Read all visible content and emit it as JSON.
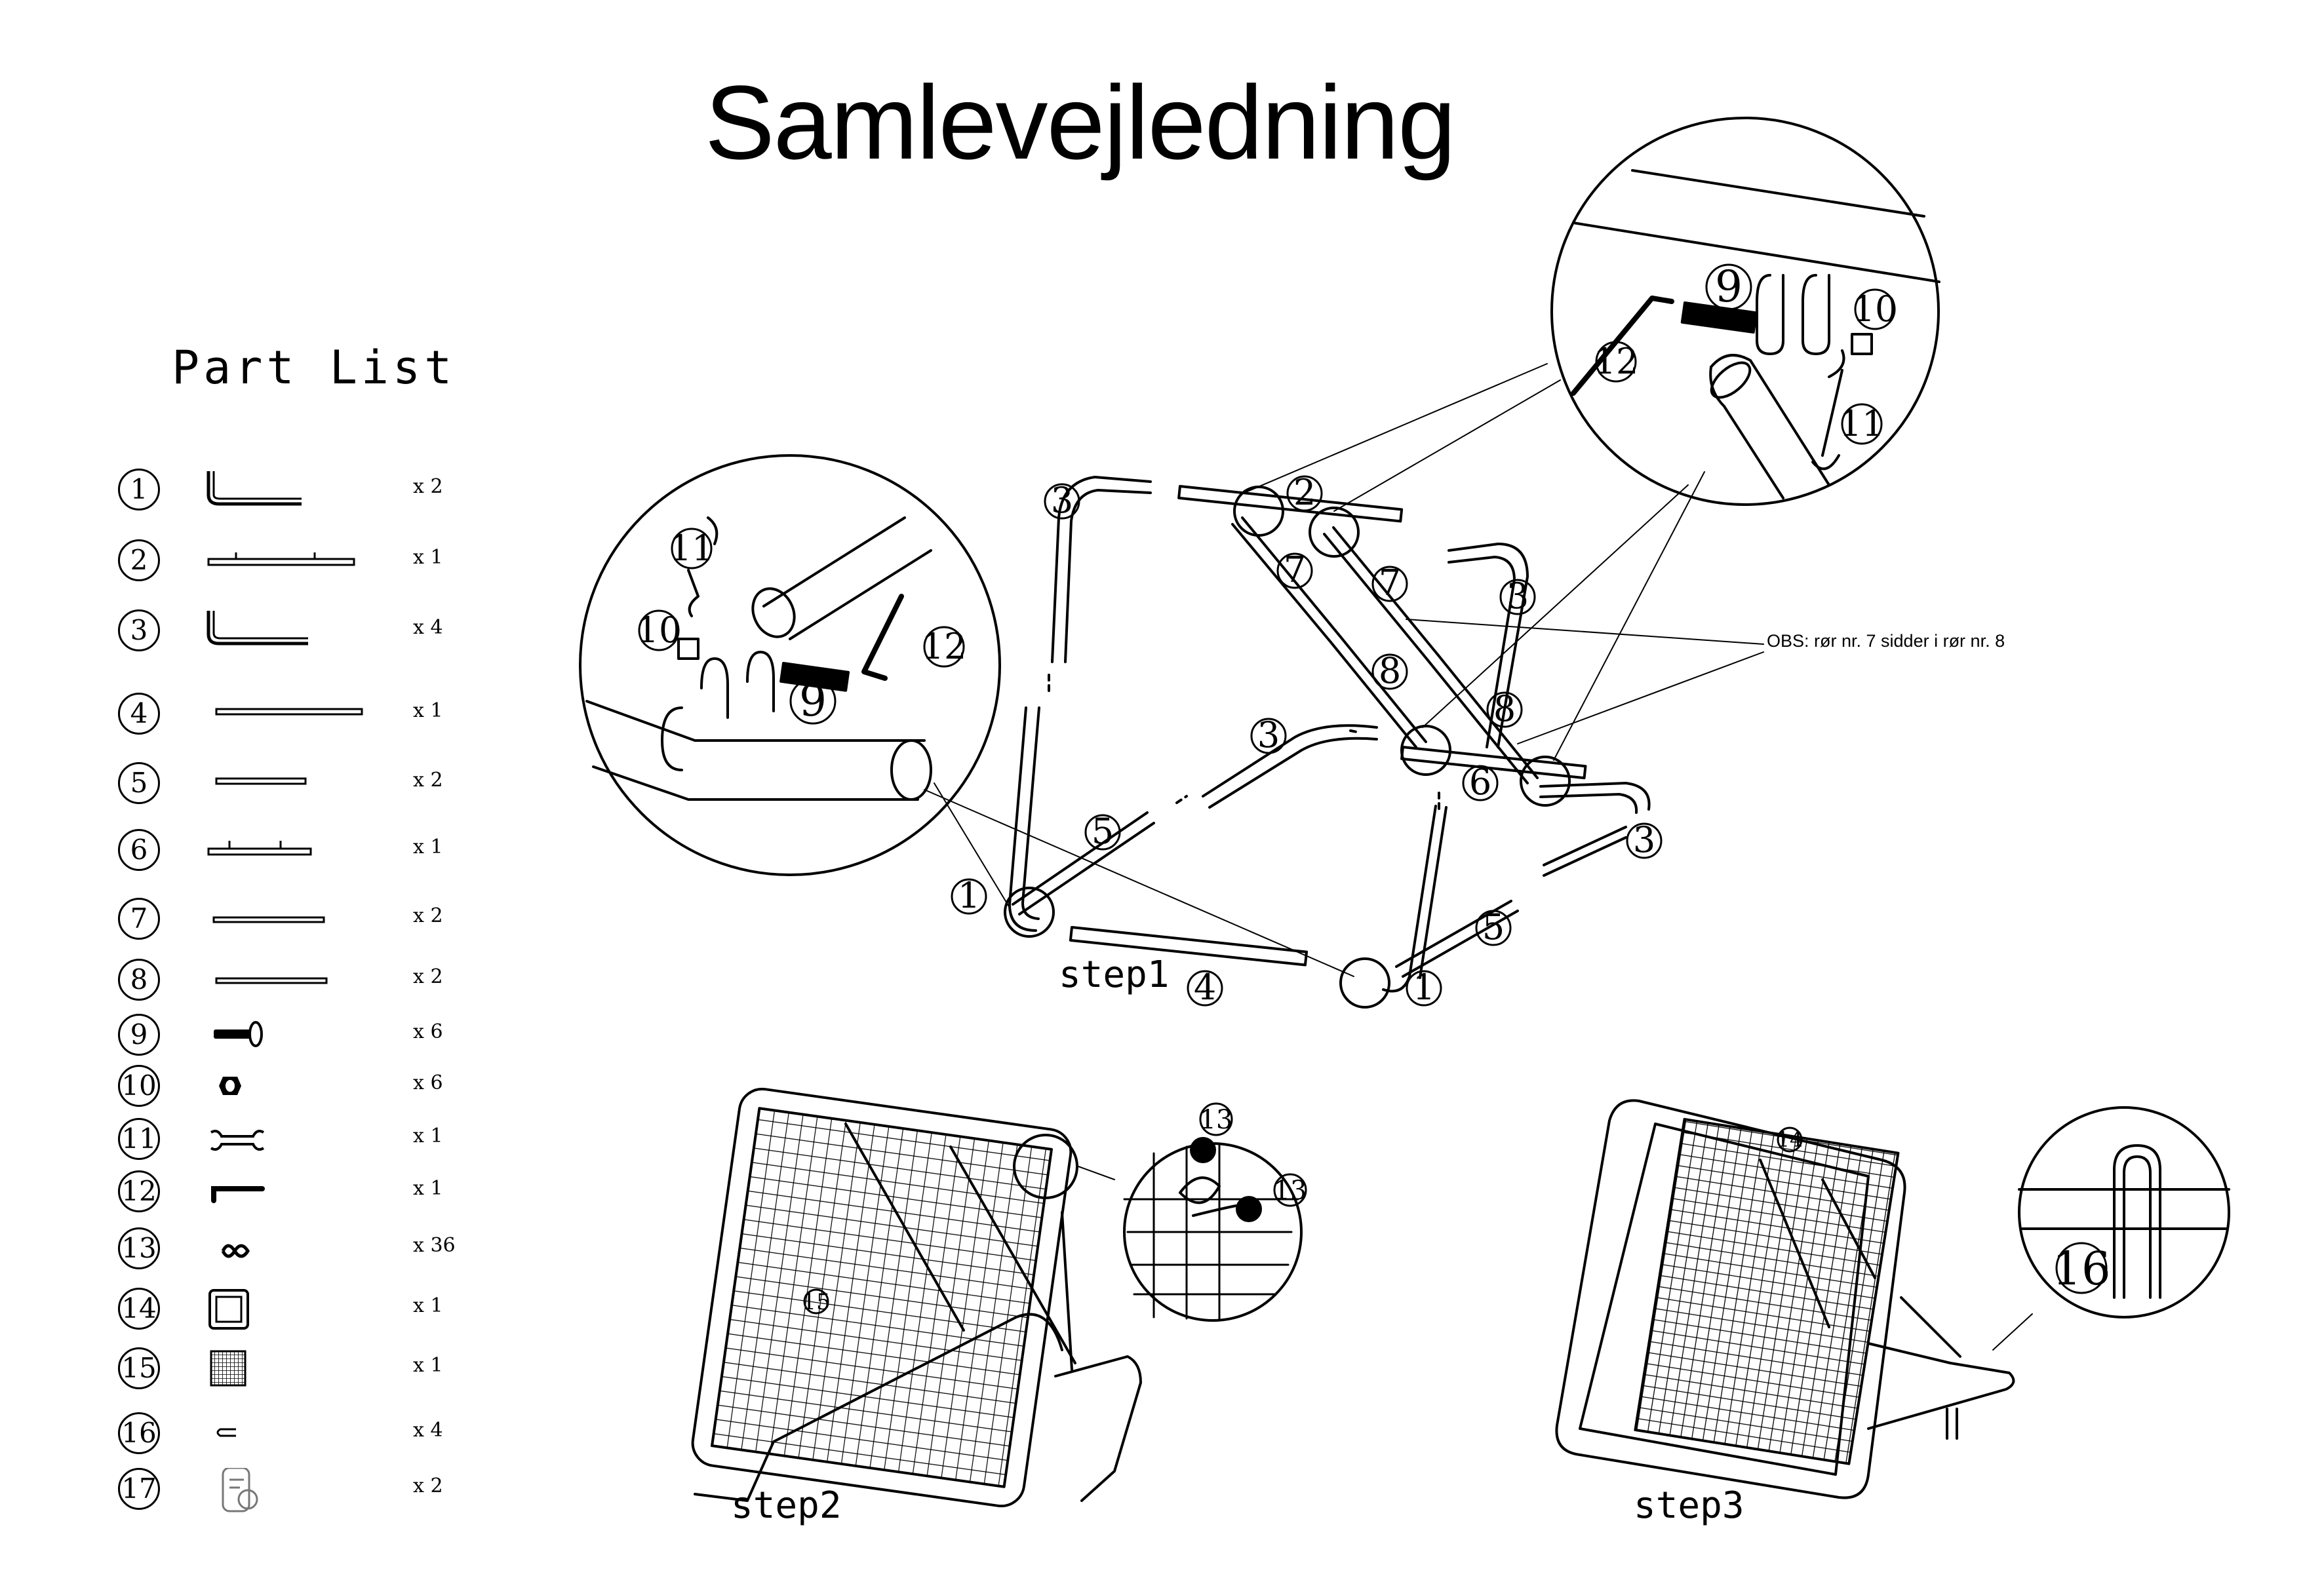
{
  "title": "Samlevejledning",
  "part_list": {
    "title": "Part List",
    "items": [
      {
        "number": "1",
        "qty": "x 2",
        "icon": "l-tube-icon"
      },
      {
        "number": "2",
        "qty": "x 1",
        "icon": "cross-tube-brackets-icon"
      },
      {
        "number": "3",
        "qty": "x 4",
        "icon": "l-tube-icon"
      },
      {
        "number": "4",
        "qty": "x 1",
        "icon": "long-tube-icon"
      },
      {
        "number": "5",
        "qty": "x 2",
        "icon": "short-tube-icon"
      },
      {
        "number": "6",
        "qty": "x 1",
        "icon": "cross-tube-brackets-icon"
      },
      {
        "number": "7",
        "qty": "x 2",
        "icon": "straight-tube-icon"
      },
      {
        "number": "8",
        "qty": "x 2",
        "icon": "straight-tube-icon"
      },
      {
        "number": "9",
        "qty": "x 6",
        "icon": "bolt-icon"
      },
      {
        "number": "10",
        "qty": "x 6",
        "icon": "nut-icon"
      },
      {
        "number": "11",
        "qty": "x 1",
        "icon": "wrench-icon"
      },
      {
        "number": "12",
        "qty": "x 1",
        "icon": "allen-key-icon"
      },
      {
        "number": "13",
        "qty": "x 36",
        "icon": "bungee-loop-icon"
      },
      {
        "number": "14",
        "qty": "x 1",
        "icon": "frame-icon"
      },
      {
        "number": "15",
        "qty": "x 1",
        "icon": "net-icon"
      },
      {
        "number": "16",
        "qty": "x 4",
        "icon": "u-pin-icon"
      },
      {
        "number": "17",
        "qty": "x 2",
        "icon": "tube-clip-icon"
      }
    ]
  },
  "note": "OBS: rør nr. 7 sidder i rør nr. 8",
  "steps": {
    "step1": "step1",
    "step2": "step2",
    "step3": "step3"
  },
  "callouts": {
    "c1": "1",
    "c2": "2",
    "c3": "3",
    "c4": "4",
    "c5": "5",
    "c6": "6",
    "c7": "7",
    "c8": "8",
    "c9": "9",
    "c10": "10",
    "c11": "11",
    "c12": "12",
    "c13": "13",
    "c14": "14",
    "c15": "15",
    "c16": "16"
  }
}
